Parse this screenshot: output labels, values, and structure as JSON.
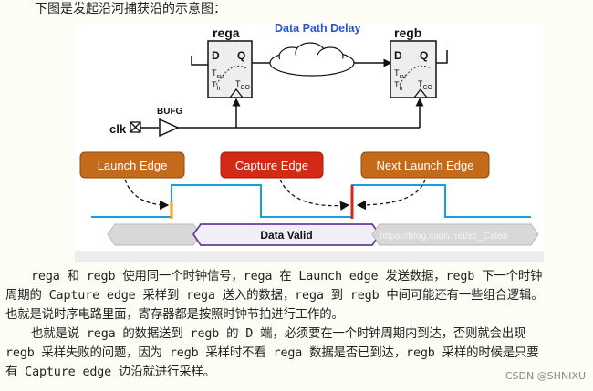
{
  "heading": "下图是发起沿河捕获沿的示意图：",
  "diagram": {
    "reg_a": "rega",
    "reg_b": "regb",
    "data_path_delay": "Data Path Delay",
    "pin_d": "D",
    "pin_q": "Q",
    "t_su": "T",
    "t_su_sub": "su",
    "t_h": "T",
    "t_h_sub": "h",
    "t_co": "T",
    "t_co_sub": "CO",
    "clk_label": "clk",
    "bufg_label": "BUFG",
    "launch_edge": "Launch Edge",
    "capture_edge": "Capture  Edge",
    "next_launch_edge": "Next Launch Edge",
    "data_valid": "Data Valid",
    "watermark": "https://blog.csdn.net/zz_Caleb",
    "colors": {
      "launch_box": "#c46a1b",
      "capture_box": "#d42a15",
      "clock_wave": "#19a0d8",
      "data_valid_bar": "#6a3f96",
      "flipflop_fill": "#eeeeee"
    }
  },
  "paragraph1": [
    "rega 和 regb 使用同一个时钟信号，rega 在 Launch edge 发送数据，regb 下一个时钟",
    "周期的 Capture edge 采样到 rega 送入的数据，rega 到 regb 中间可能还有一些组合逻辑。",
    "也就是说时序电路里面，寄存器都是按照时钟节拍进行工作的。"
  ],
  "paragraph2": [
    "也就是说 rega 的数据送到 regb 的 D 端，必须要在一个时钟周期内到达，否则就会出现",
    "regb 采样失败的问题，因为 regb 采样时不看 rega 数据是否已到达，regb 采样的时候是只要",
    "有 Capture edge 边沿就进行采样。"
  ],
  "credit": "CSDN @SHNIXU"
}
